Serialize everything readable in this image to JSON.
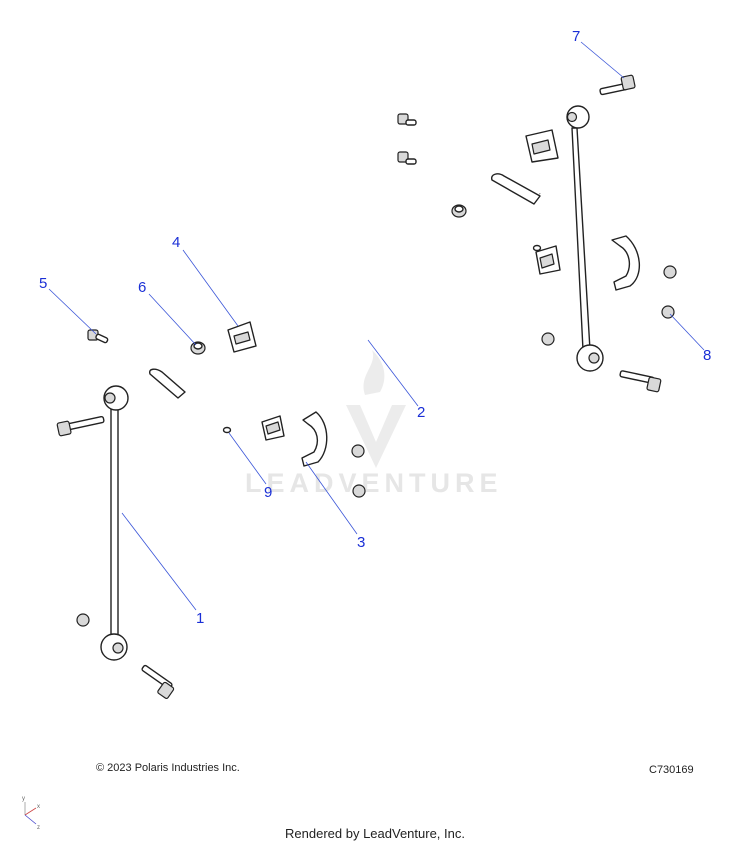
{
  "watermark": {
    "brand_text": "LEADVENTURE"
  },
  "callouts": [
    {
      "id": "1",
      "label": "1"
    },
    {
      "id": "2",
      "label": "2"
    },
    {
      "id": "3",
      "label": "3"
    },
    {
      "id": "4",
      "label": "4"
    },
    {
      "id": "5",
      "label": "5"
    },
    {
      "id": "6",
      "label": "6"
    },
    {
      "id": "7",
      "label": "7"
    },
    {
      "id": "8",
      "label": "8"
    },
    {
      "id": "9",
      "label": "9"
    }
  ],
  "footer": {
    "copyright": "© 2023 Polaris Industries Inc.",
    "diagram_code": "C730169",
    "rendered_by": "Rendered by LeadVenture, Inc."
  },
  "axis_triad": {
    "x": "x",
    "y": "y",
    "z": "z"
  },
  "colors": {
    "callout": "#1a2fd6",
    "leader": "#3a55d8",
    "watermark": "#e6e6e6"
  }
}
